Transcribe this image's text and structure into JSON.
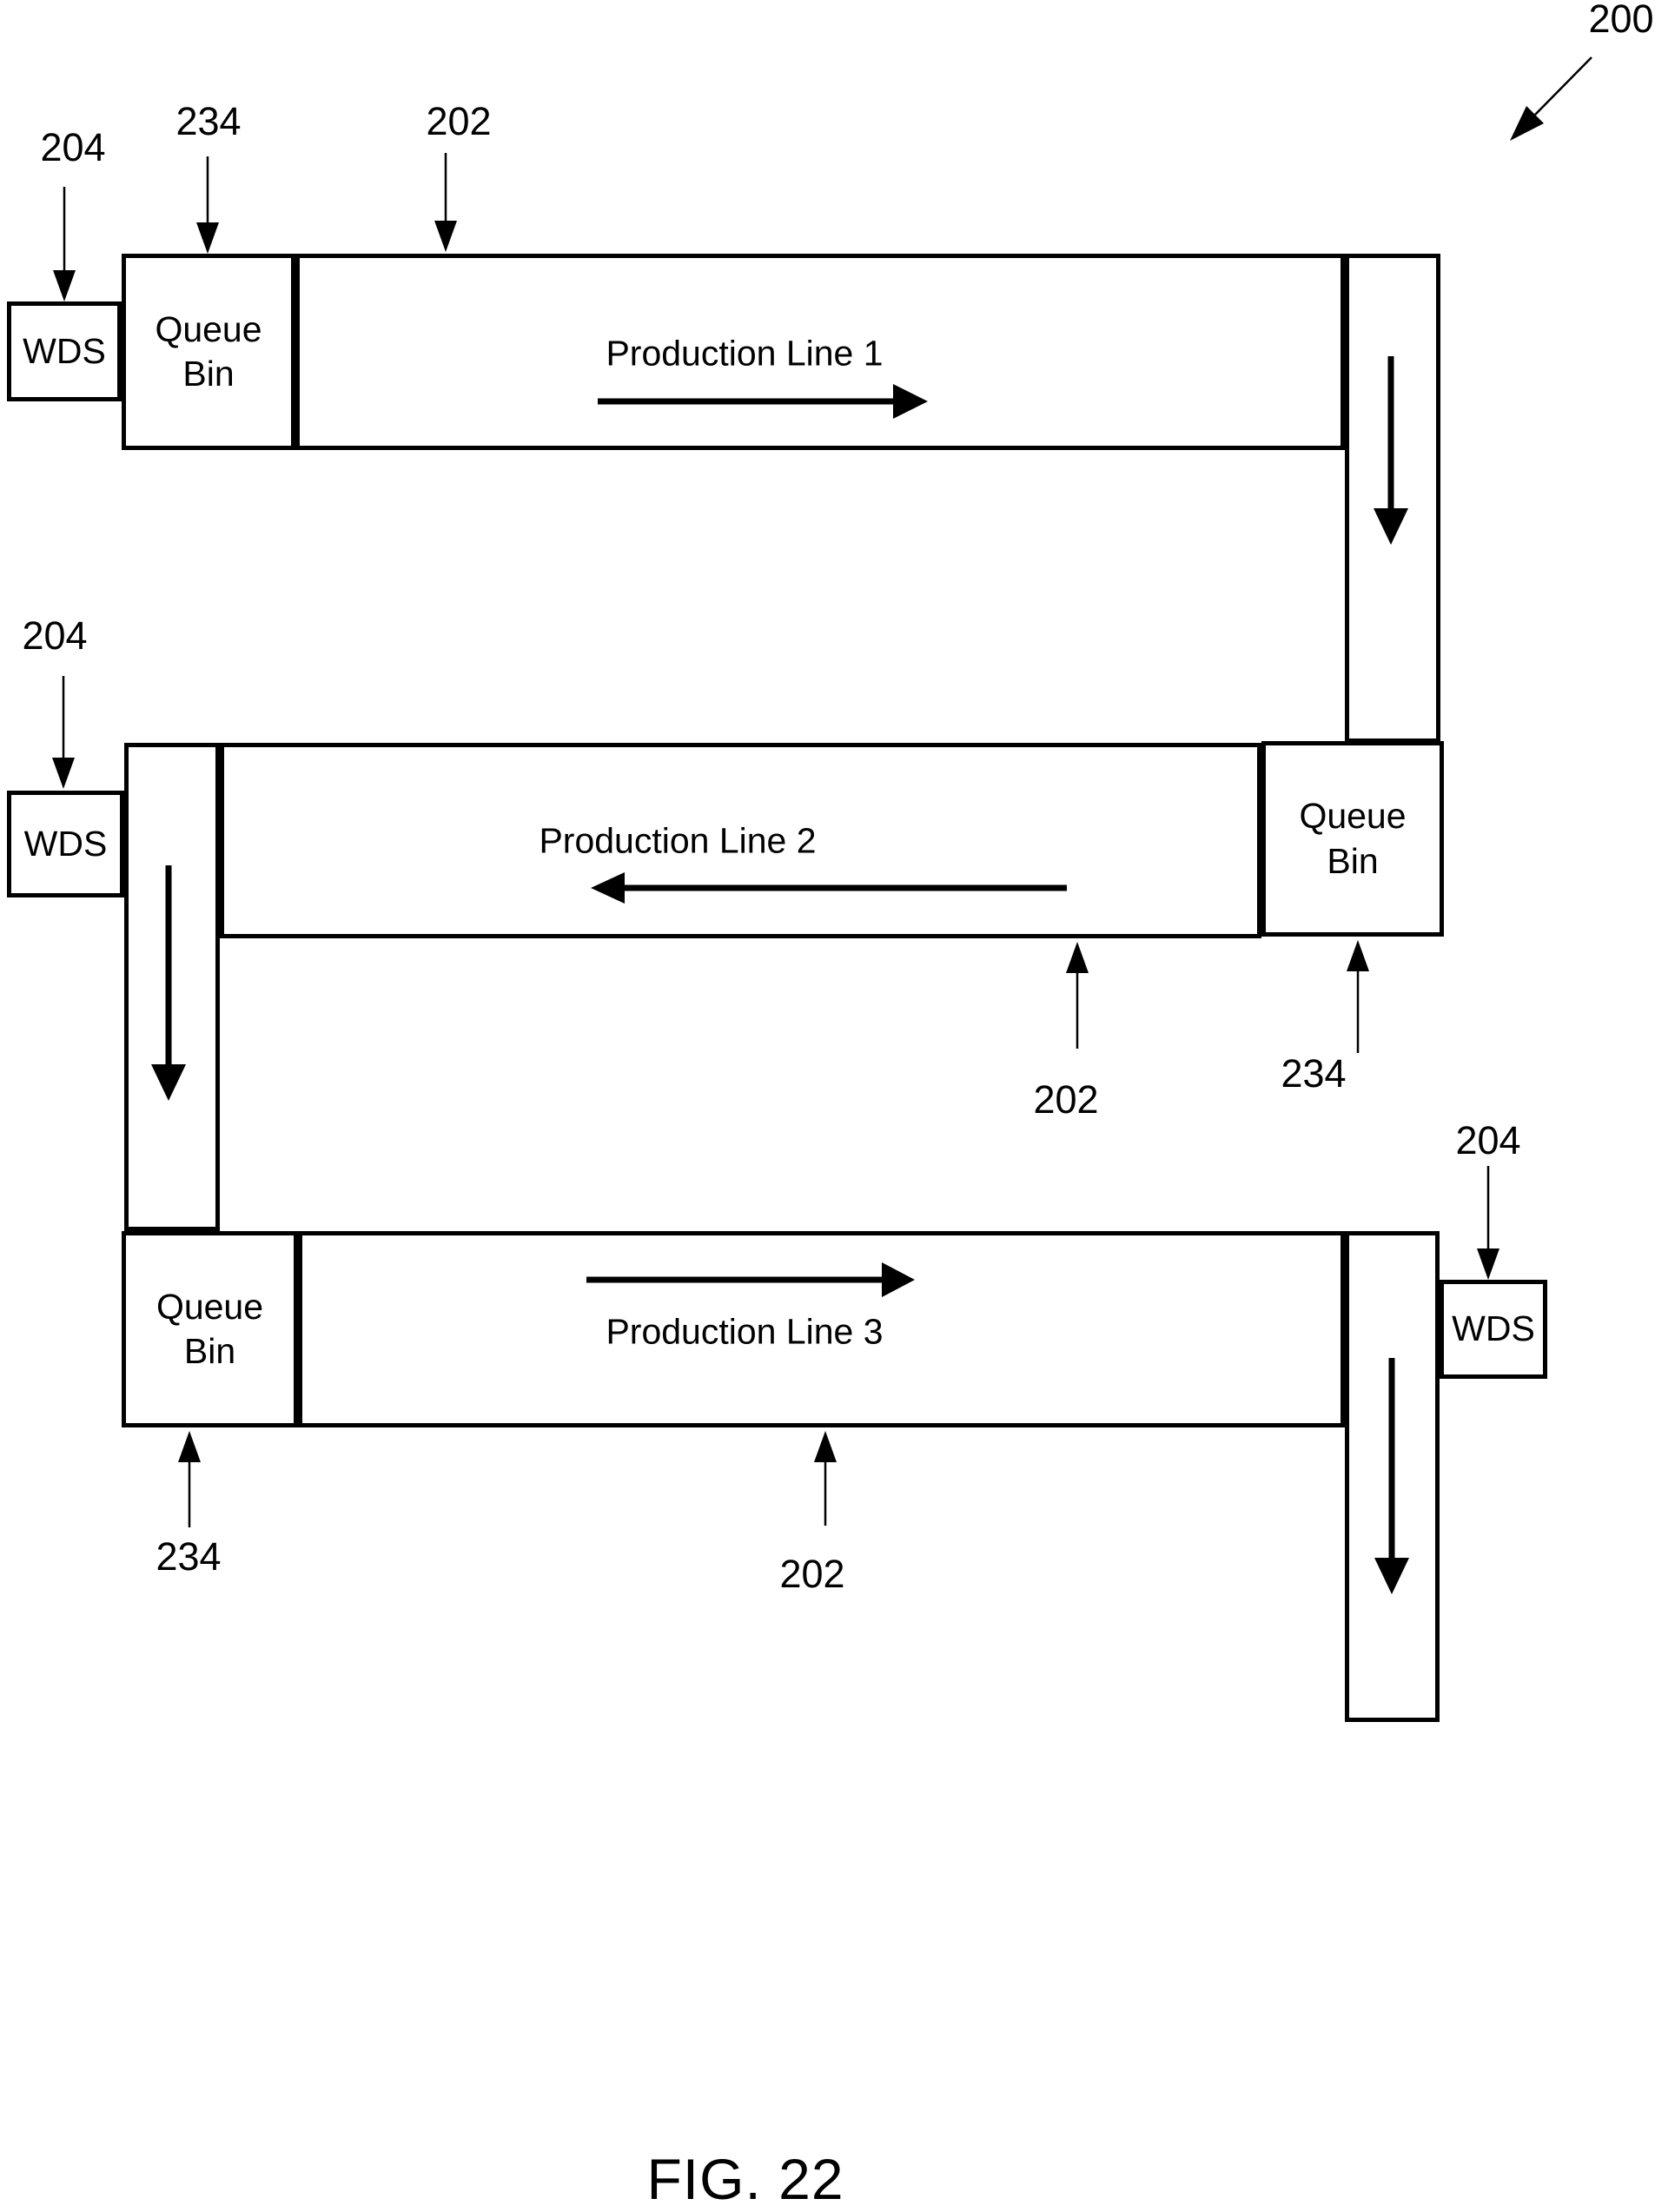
{
  "figure": {
    "caption": "FIG. 22"
  },
  "components": {
    "wds_label": "WDS",
    "queue_bin_label": "Queue Bin",
    "production_lines": [
      "Production Line 1",
      "Production Line 2",
      "Production Line 3"
    ]
  },
  "reference_numerals": {
    "system": "200",
    "production_line": "202",
    "wds": "204",
    "queue_bin": "234"
  },
  "colors": {
    "line": "#000000",
    "background": "#ffffff"
  }
}
